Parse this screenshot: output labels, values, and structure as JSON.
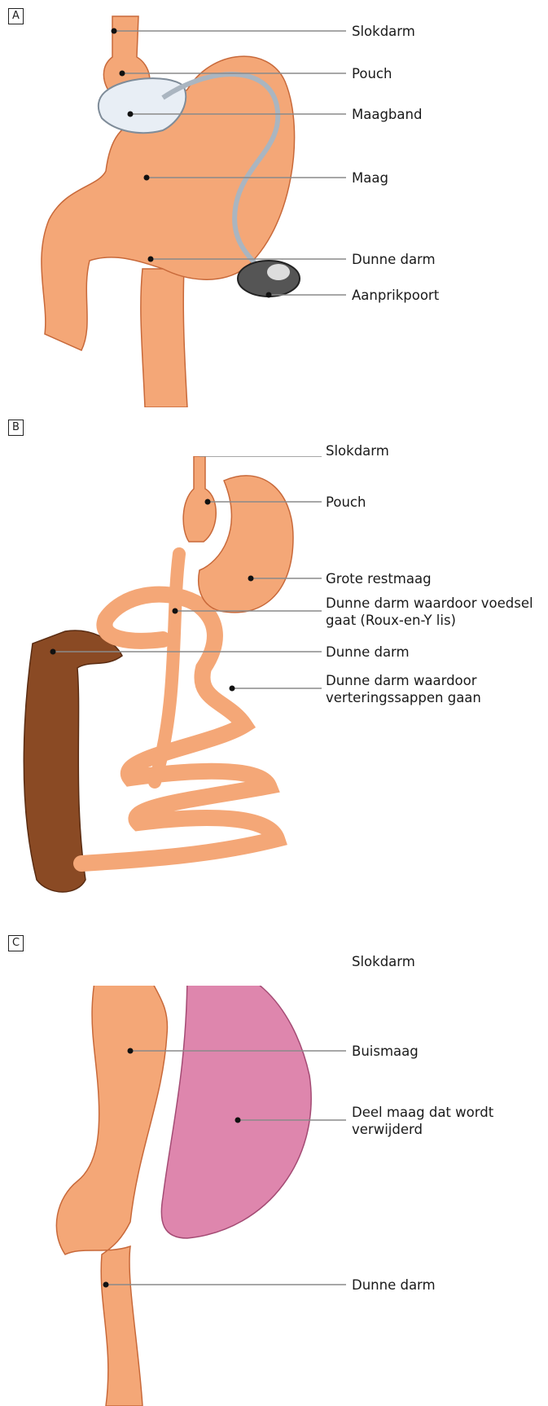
{
  "panels": [
    {
      "tag": "A",
      "labels": [
        "Slokdarm",
        "Pouch",
        "Maagband",
        "Maag",
        "Dunne darm",
        "Aanprikpoort"
      ]
    },
    {
      "tag": "B",
      "labels": [
        "Slokdarm",
        "Pouch",
        "Grote restmaag",
        "Dunne darm waardoor voedsel gaat (Roux-en-Y lis)",
        "Dunne darm",
        "Dunne darm waardoor verteringssappen gaan"
      ]
    },
    {
      "tag": "C",
      "labels": [
        "Slokdarm",
        "Buismaag",
        "Deel maag dat wordt verwijderd",
        "Dunne darm"
      ]
    }
  ],
  "colors": {
    "organ": "#f4a777",
    "organ_edge": "#c8693a",
    "colon": "#8a4a24",
    "removed": "#de86ad",
    "band": "#e8eef5",
    "leader": "#8a8a8a"
  }
}
